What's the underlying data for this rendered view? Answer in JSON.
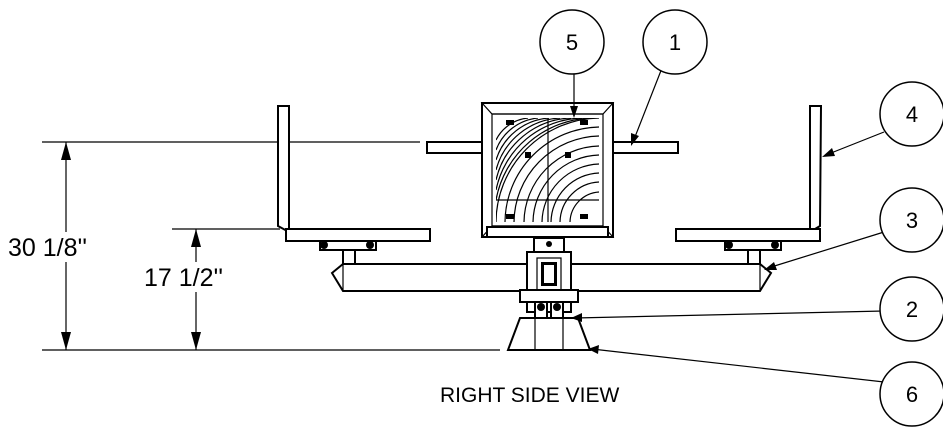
{
  "view_title": "RIGHT SIDE VIEW",
  "dimensions": {
    "overall_height": "30 1/8''",
    "seat_height": "17 1/2''"
  },
  "balloons": [
    "1",
    "2",
    "3",
    "4",
    "5",
    "6"
  ]
}
